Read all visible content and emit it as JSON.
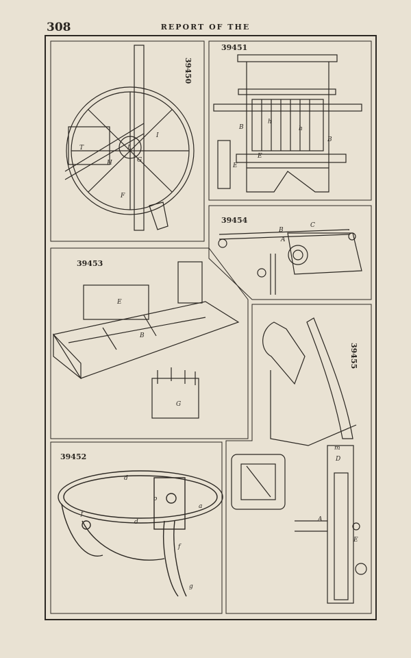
{
  "header": {
    "page_number": "308",
    "running_head": "REPORT OF THE"
  },
  "patents": [
    {
      "id": "fig-39450",
      "number": "39450",
      "labels": [
        "T",
        "H",
        "L",
        "G",
        "I",
        "F"
      ]
    },
    {
      "id": "fig-39451",
      "number": "39451",
      "labels": [
        "B",
        "h",
        "h",
        "B",
        "E",
        "E"
      ]
    },
    {
      "id": "fig-39454",
      "number": "39454",
      "labels": [
        "B",
        "C",
        "A"
      ]
    },
    {
      "id": "fig-39453",
      "number": "39453",
      "labels": [
        "E",
        "B",
        "G"
      ]
    },
    {
      "id": "fig-39455",
      "number": "39455",
      "labels": [
        "D",
        "A",
        "E",
        "m"
      ]
    },
    {
      "id": "fig-39452",
      "number": "39452",
      "labels": [
        "d",
        "o",
        "a",
        "f",
        "d",
        "f",
        "g"
      ]
    }
  ],
  "colors": {
    "paper": "#e9e2d3",
    "ink": "#2b2722"
  }
}
